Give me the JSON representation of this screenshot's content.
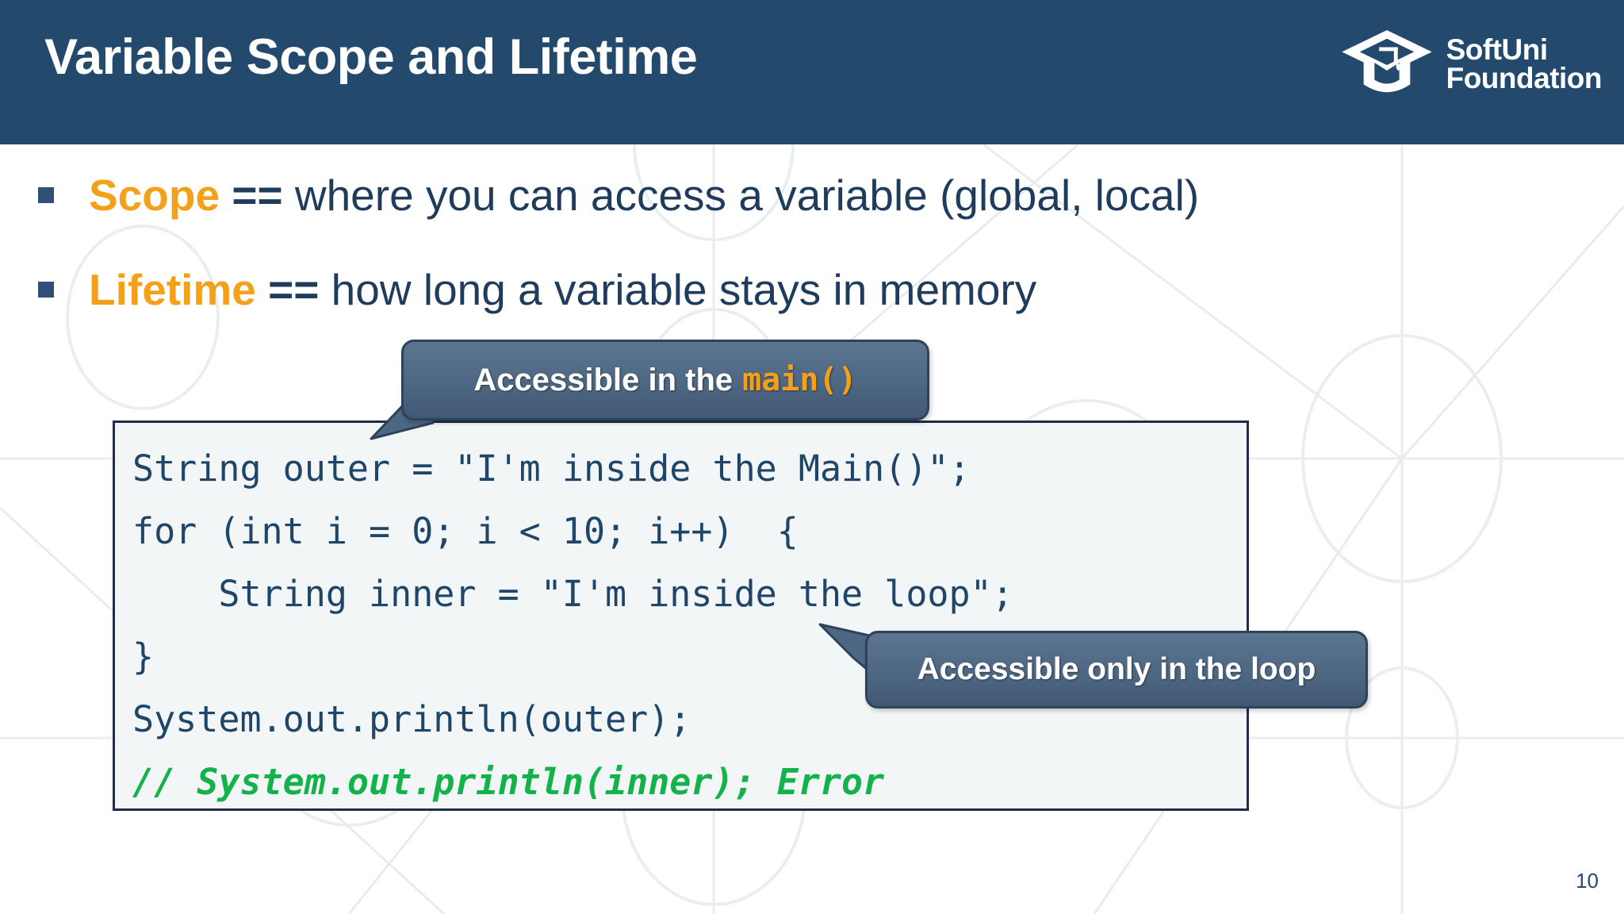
{
  "slide": {
    "title": "Variable Scope and Lifetime",
    "page_number": "10",
    "colors": {
      "header_navy": "#234a6d",
      "accent_orange": "#f5a01b",
      "body_navy": "#1f3c5c",
      "code_bg": "#f3f6f6",
      "code_text": "#1f4568",
      "comment_green": "#14b24a",
      "callout_bg": "#4e6783"
    }
  },
  "logo": {
    "icon": "graduation-cap-icon",
    "line1": "SoftUni",
    "line2": "Foundation"
  },
  "bullets": [
    {
      "keyword": "Scope",
      "operator": "==",
      "rest": " where you can access a variable (global, local)"
    },
    {
      "keyword": "Lifetime",
      "operator": "==",
      "rest": " how long a variable stays in memory"
    }
  ],
  "code": {
    "language": "java",
    "lines": [
      "String outer = \"I'm inside the Main()\";",
      "for (int i = 0; i < 10; i++)  {",
      "    String inner = \"I'm inside the loop\";",
      "}",
      "System.out.println(outer);"
    ],
    "comment_line": "// System.out.println(inner); Error"
  },
  "callouts": [
    {
      "id": "callout-main",
      "text": "Accessible in the",
      "code": "main()",
      "tail": "down-left"
    },
    {
      "id": "callout-loop",
      "text": "Accessible only in the loop",
      "code": "",
      "tail": "up-left"
    }
  ]
}
